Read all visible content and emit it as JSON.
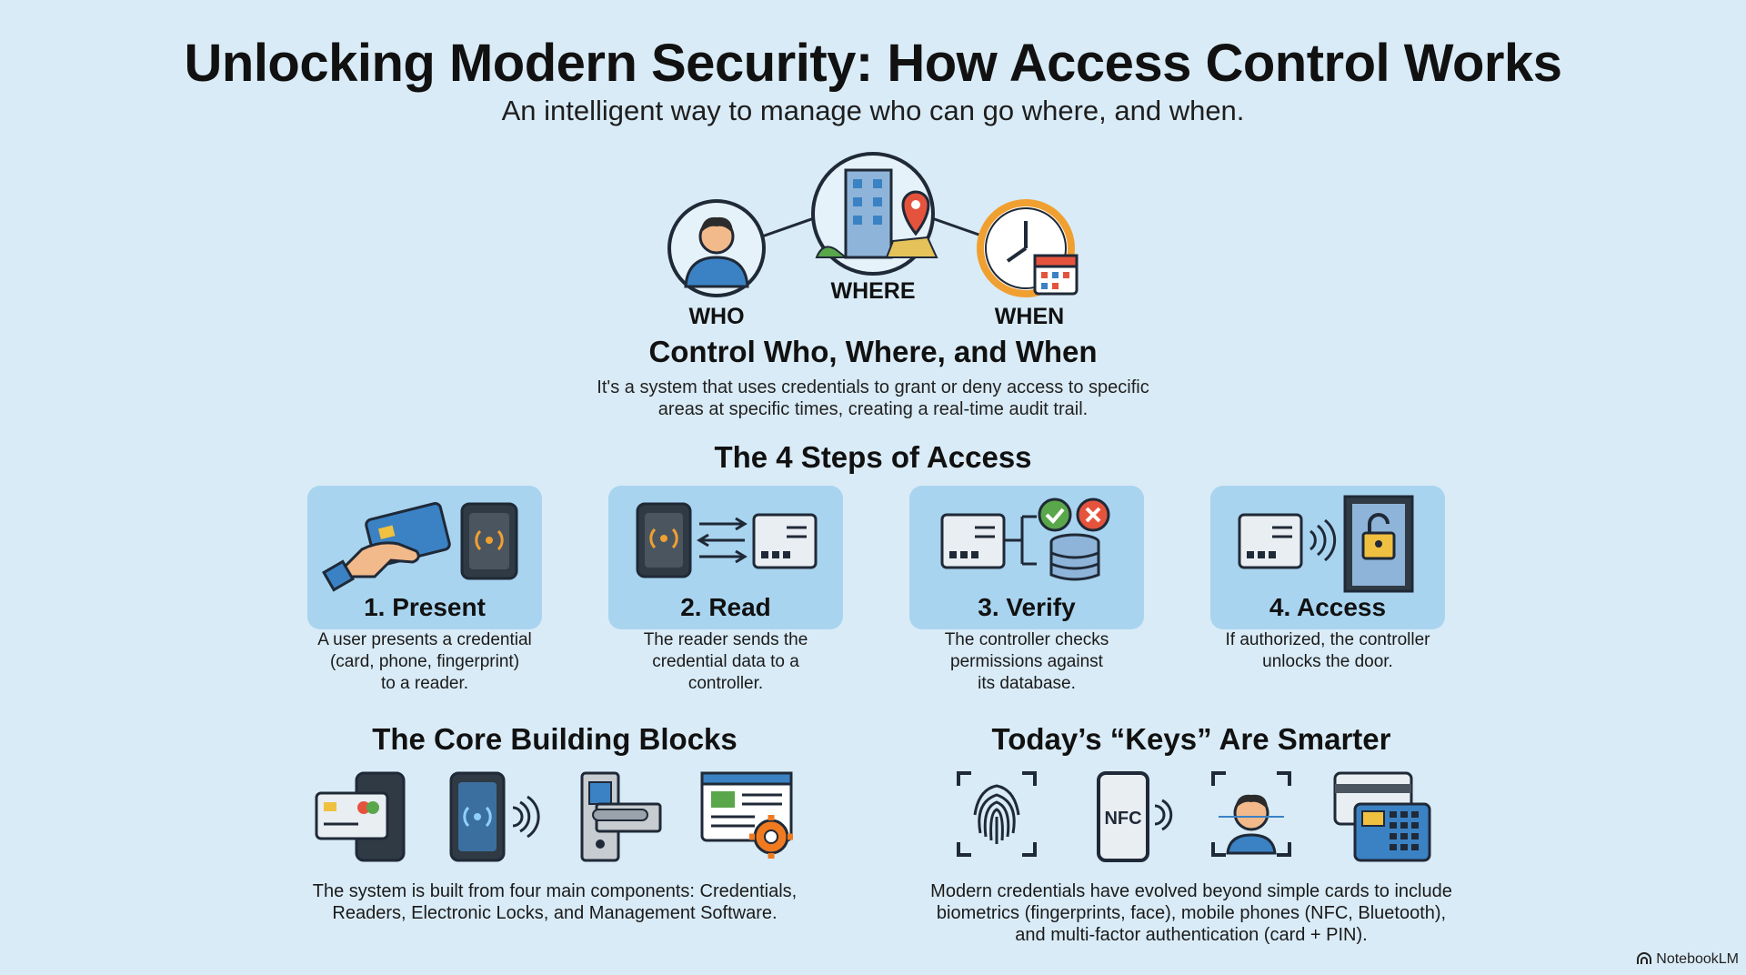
{
  "title": "Unlocking Modern Security: How Access Control Works",
  "subtitle": "An intelligent way to manage who can go where, and when.",
  "concepts": {
    "who": "WHO",
    "where": "WHERE",
    "when": "WHEN"
  },
  "control": {
    "heading": "Control Who, Where, and When",
    "desc_line1": "It's a system that uses credentials to grant or deny access to specific",
    "desc_line2": "areas at specific times, creating a real-time audit trail."
  },
  "steps_heading": "The 4 Steps of Access",
  "steps": [
    {
      "title": "1. Present",
      "desc_lines": [
        "A user presents a credential",
        "(card, phone, fingerprint)",
        "to a reader."
      ]
    },
    {
      "title": "2. Read",
      "desc_lines": [
        "The reader sends the",
        "credential data to a",
        "controller."
      ]
    },
    {
      "title": "3. Verify",
      "desc_lines": [
        "The controller checks",
        "permissions against",
        "its database."
      ]
    },
    {
      "title": "4. Access",
      "desc_lines": [
        "If authorized, the controller",
        "unlocks the door."
      ]
    }
  ],
  "blocks": {
    "heading": "The Core Building Blocks",
    "desc_line1": "The system is built from four main components: Credentials,",
    "desc_line2": "Readers, Electronic Locks, and Management Software."
  },
  "keys": {
    "heading": "Today’s “Keys” Are Smarter",
    "nfc_label": "NFC",
    "desc_line1": "Modern credentials have evolved beyond simple cards to include",
    "desc_line2": "biometrics (fingerprints, face), mobile phones (NFC, Bluetooth),",
    "desc_line3": "and multi-factor authentication (card + PIN)."
  },
  "brand": "NotebookLM",
  "colors": {
    "background": "#d9ebf6",
    "card": "#a9d4ef",
    "accent_blue": "#3b82c4",
    "accent_orange": "#f0a030"
  }
}
